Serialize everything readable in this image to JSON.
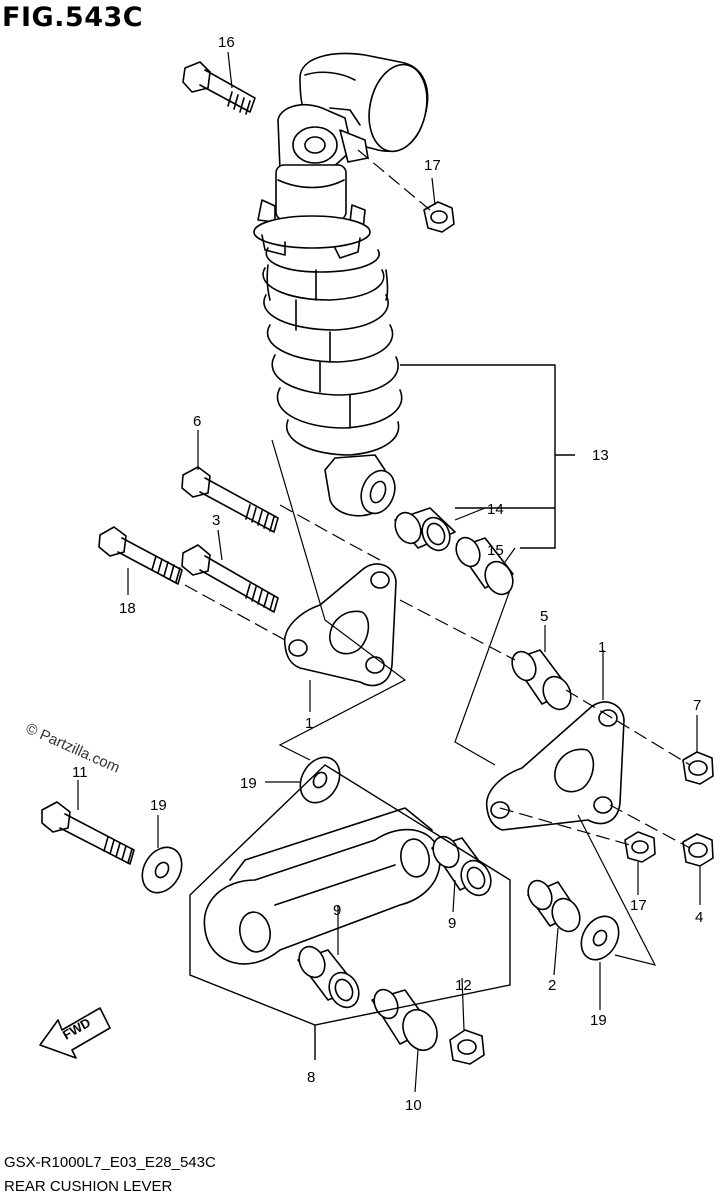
{
  "figure": {
    "title": "FIG.543C",
    "model_code": "GSX-R1000L7_E03_E28_543C",
    "name": "REAR CUSHION LEVER"
  },
  "watermark": "© Partzilla.com",
  "fwd_label": "FWD",
  "callouts": [
    "16",
    "17",
    "13",
    "14",
    "15",
    "6",
    "3",
    "18",
    "5",
    "1",
    "1",
    "7",
    "19",
    "11",
    "19",
    "9",
    "9",
    "17",
    "4",
    "2",
    "19",
    "12",
    "8",
    "10"
  ],
  "colors": {
    "line": "#000000",
    "background": "#ffffff"
  }
}
